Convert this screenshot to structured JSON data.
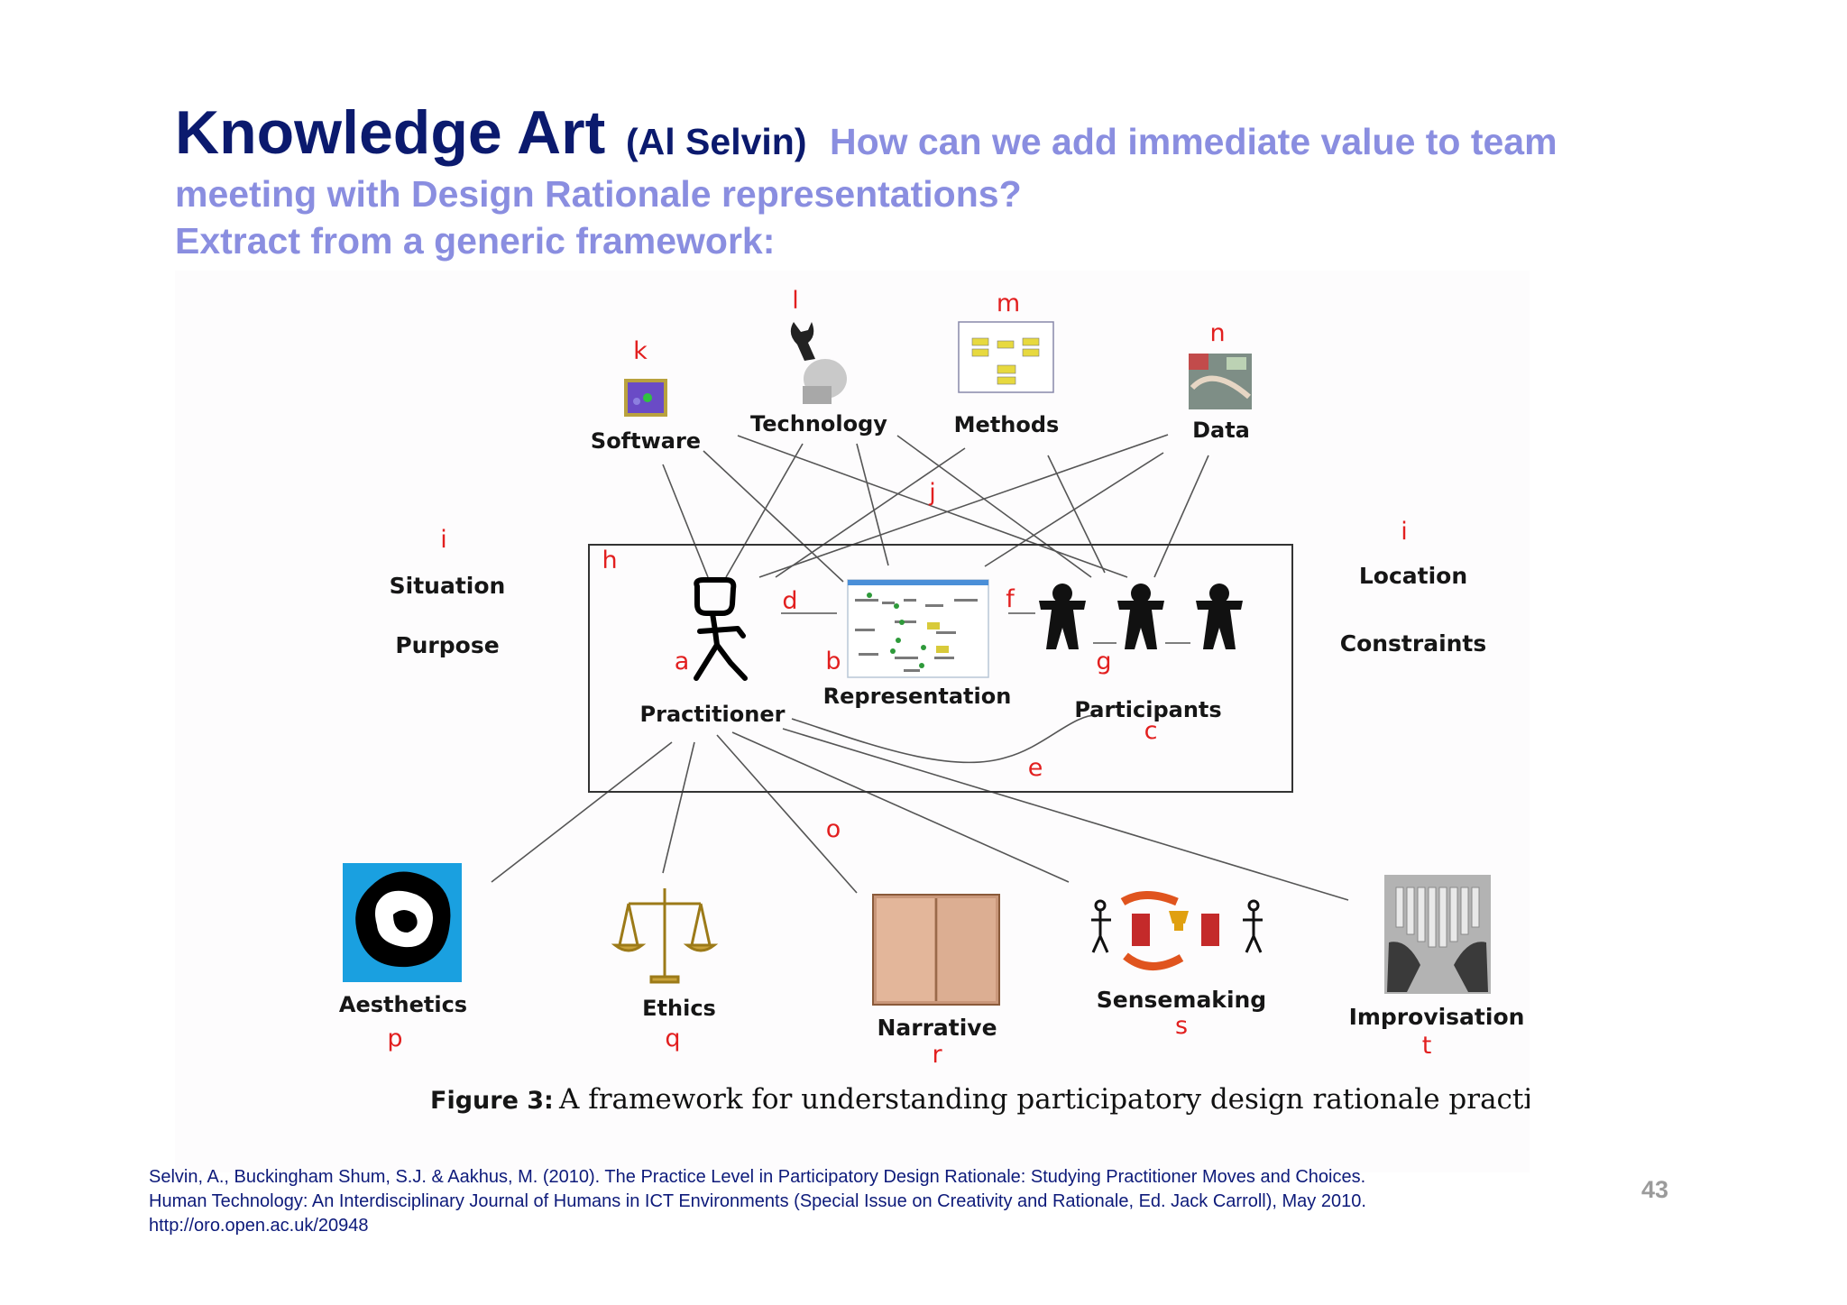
{
  "slide": {
    "title": "Knowledge Art",
    "author": "(Al Selvin)",
    "question_line1": "How can we add immediate value to team",
    "question_line2": "meeting with Design Rationale representations?",
    "question_line3": "Extract from a generic framework:",
    "page_number": "43"
  },
  "diagram": {
    "top_nodes": {
      "software": {
        "label": "Software",
        "letter": "k"
      },
      "technology": {
        "label": "Technology",
        "letter": "l"
      },
      "methods": {
        "label": "Methods",
        "letter": "m"
      },
      "data": {
        "label": "Data",
        "letter": "n"
      }
    },
    "context_left": {
      "letter": "i",
      "line1": "Situation",
      "line2": "Purpose"
    },
    "context_right": {
      "letter": "i",
      "line1": "Location",
      "line2": "Constraints"
    },
    "core": {
      "box_letter": "h",
      "practitioner": {
        "label": "Practitioner",
        "letter": "a"
      },
      "representation": {
        "label": "Representation",
        "letter": "b"
      },
      "participants": {
        "label": "Participants",
        "letter": "c"
      },
      "edge_d": "d",
      "edge_e": "e",
      "edge_f": "f",
      "edge_g": "g",
      "edge_j": "j",
      "edge_o": "o"
    },
    "bottom_nodes": {
      "aesthetics": {
        "label": "Aesthetics",
        "letter": "p"
      },
      "ethics": {
        "label": "Ethics",
        "letter": "q"
      },
      "narrative": {
        "label": "Narrative",
        "letter": "r"
      },
      "sensemaking": {
        "label": "Sensemaking",
        "letter": "s"
      },
      "improvisation": {
        "label": "Improvisation",
        "letter": "t"
      }
    },
    "caption_label": "Figure 3:",
    "caption_text": "A framework for understanding participatory design rationale practice."
  },
  "reference": {
    "line1": "Selvin, A., Buckingham Shum, S.J. & Aakhus, M. (2010). The Practice Level in Participatory Design Rationale: Studying Practitioner Moves and Choices.",
    "line2": "Human Technology: An Interdisciplinary Journal of Humans in ICT Environments (Special Issue on Creativity and Rationale, Ed. Jack Carroll), May 2010.",
    "line3": "http://oro.open.ac.uk/20948"
  },
  "colors": {
    "title": "#0b1a6e",
    "question": "#8a8ee0",
    "diagram_letters": "#e21f1f",
    "reference_text": "#0d1a7a",
    "page_number": "#9b9b9b"
  },
  "icons": [
    "software-icon",
    "wrench-icon",
    "flowchart-icon",
    "data-icon",
    "stick-figure-icon",
    "people-group-icon",
    "aesthetics-icon",
    "scales-icon",
    "book-icon",
    "sensemaking-icon",
    "hands-icon"
  ]
}
